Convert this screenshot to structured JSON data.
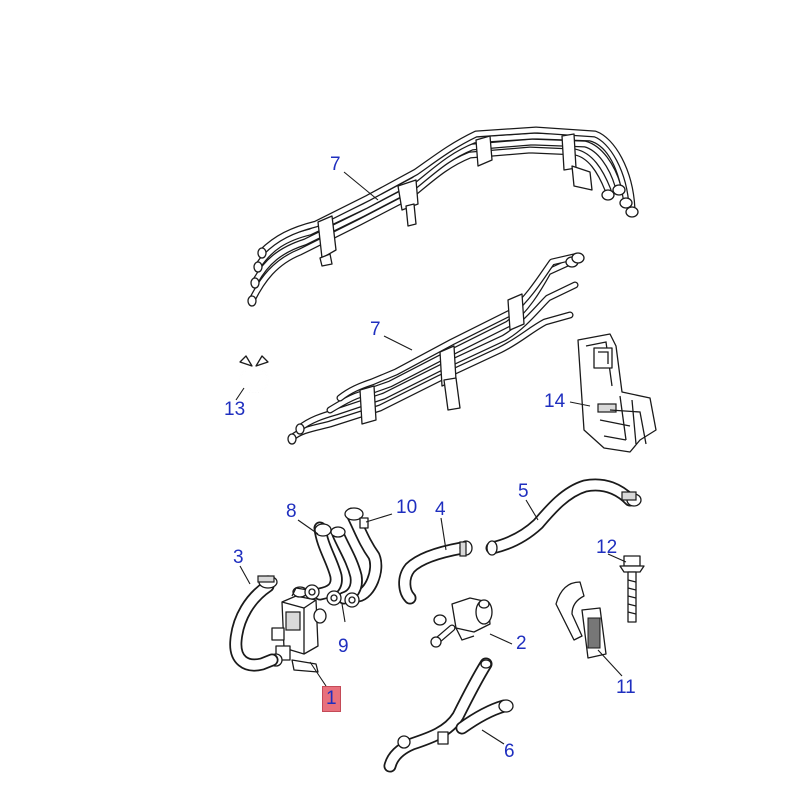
{
  "labels": {
    "p1": "1",
    "p2": "2",
    "p3": "3",
    "p4": "4",
    "p5": "5",
    "p6": "6",
    "p7a": "7",
    "p7b": "7",
    "p8": "8",
    "p9": "9",
    "p10": "10",
    "p11": "11",
    "p12": "12",
    "p13": "13",
    "p14": "14"
  },
  "highlighted_part": "1",
  "colors": {
    "label_text": "#1f2fbf",
    "highlight": "#e8707c",
    "line": "#1a1a1a"
  }
}
